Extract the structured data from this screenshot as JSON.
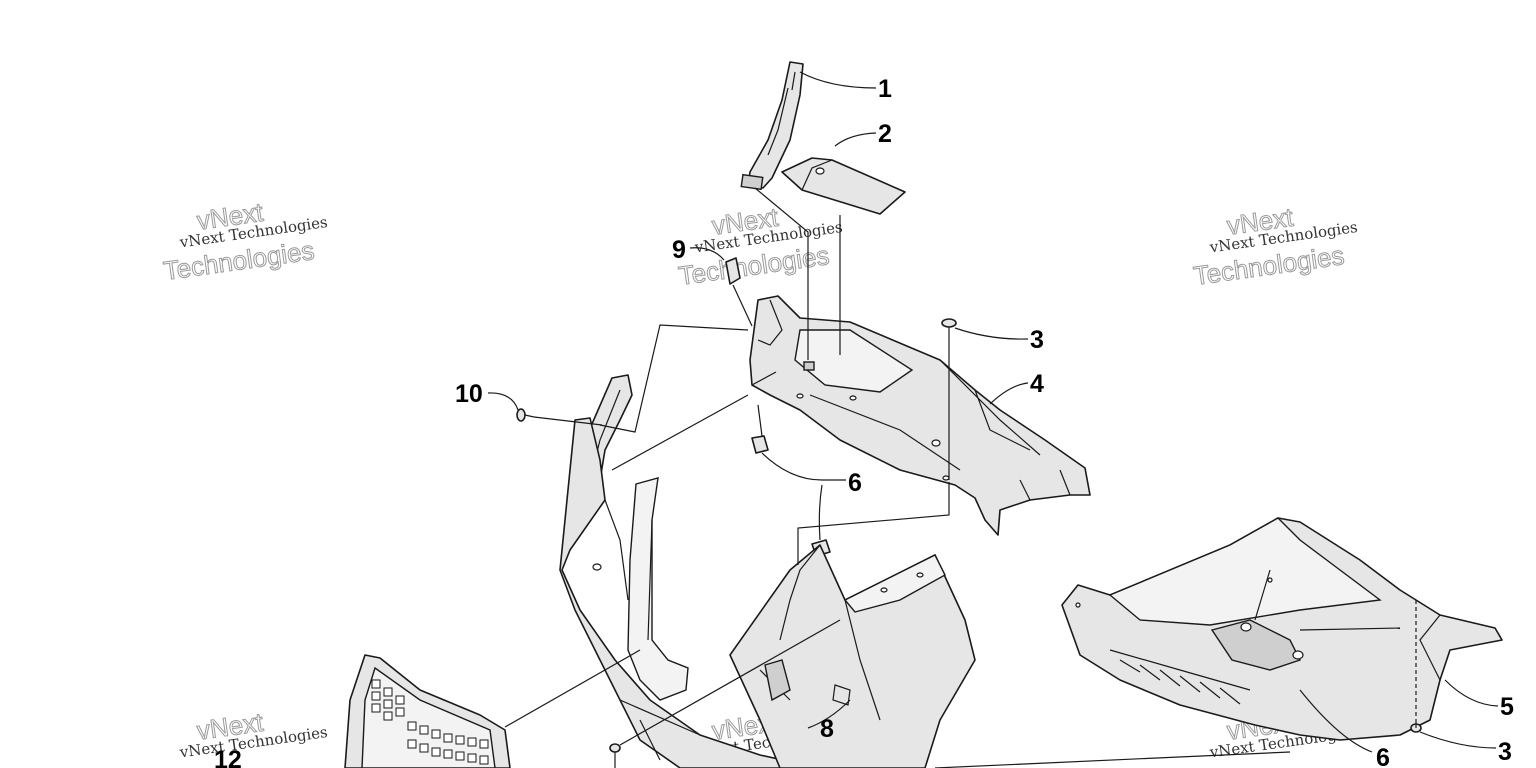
{
  "callouts": {
    "c1": "1",
    "c2": "2",
    "c3a": "3",
    "c3b": "3",
    "c4": "4",
    "c5": "5",
    "c6a": "6",
    "c6b": "6",
    "c8": "8",
    "c9": "9",
    "c10": "10",
    "c12": "12"
  },
  "watermark": {
    "brand": "vNext",
    "line": "vNext Technologies",
    "word": "Technologies"
  }
}
